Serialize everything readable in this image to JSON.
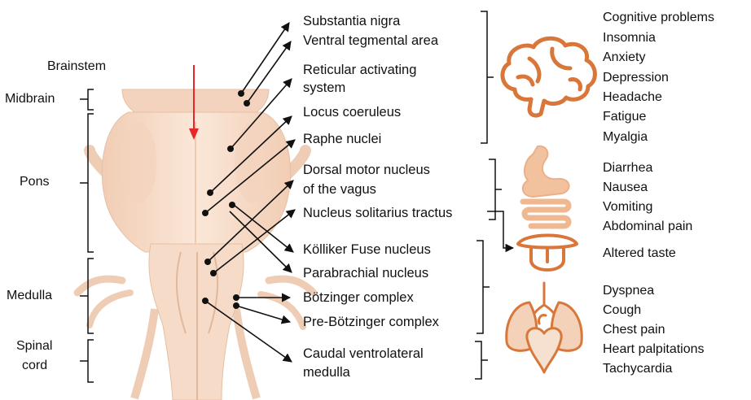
{
  "regions": {
    "brainstem": "Brainstem",
    "midbrain": "Midbrain",
    "pons": "Pons",
    "medulla": "Medulla",
    "spinal_cord_line1": "Spinal",
    "spinal_cord_line2": "cord"
  },
  "nuclei": [
    "Substantia nigra",
    "Ventral tegmental area",
    "Reticular activating",
    "system",
    "Locus coeruleus",
    "Raphe nuclei",
    "Dorsal motor nucleus",
    "of the vagus",
    "Nucleus solitarius tractus",
    "Kölliker Fuse nucleus",
    "Parabrachial nucleus",
    "Bötzinger complex",
    "Pre-Bötzinger complex",
    "Caudal ventrolateral",
    "medulla"
  ],
  "symptoms": {
    "brain": [
      "Cognitive problems",
      "Insomnia",
      "Anxiety",
      "Depression",
      "Headache",
      "Fatigue",
      "Myalgia"
    ],
    "gut": [
      "Diarrhea",
      "Nausea",
      "Vomiting",
      "Abdominal pain"
    ],
    "taste": [
      "Altered taste"
    ],
    "cardiopulmonary": [
      "Dyspnea",
      "Cough",
      "Chest pain",
      "Heart palpitations",
      "Tachycardia"
    ]
  },
  "icons": [
    "brain-icon",
    "intestine-icon",
    "tongue-icon",
    "heart-lungs-icon"
  ],
  "colors": {
    "tissue": "#f6dcc8",
    "tissue_shadow": "#e8bfa3",
    "icon_orange": "#d9773a",
    "marker_red": "#e8262a",
    "ink": "#111111"
  }
}
